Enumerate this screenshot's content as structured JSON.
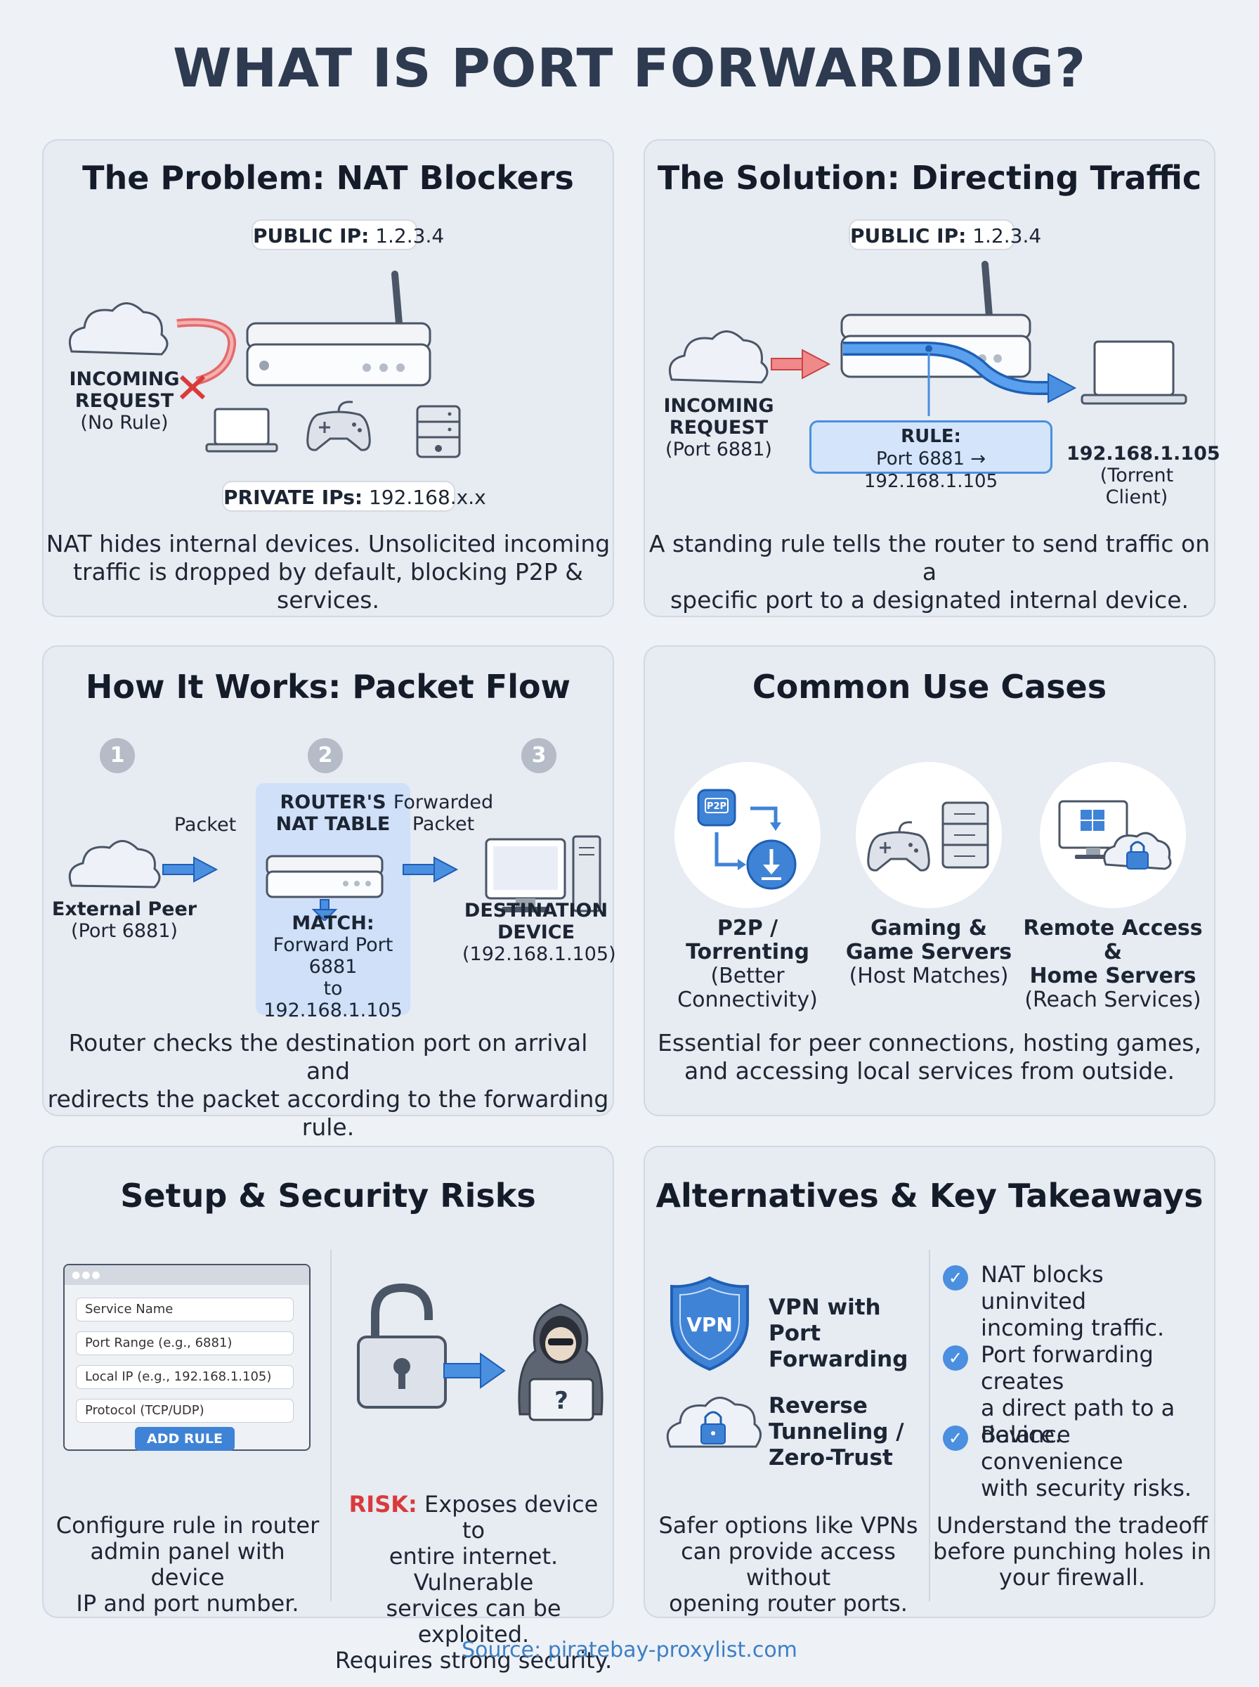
{
  "title": "WHAT IS PORT FORWARDING?",
  "source": "Source: piratebay-proxylist.com",
  "problem": {
    "title": "The Problem: NAT Blockers",
    "public_ip_label": "PUBLIC IP:",
    "public_ip_value": "1.2.3.4",
    "incoming_line1": "INCOMING",
    "incoming_line2": "REQUEST",
    "incoming_note": "(No Rule)",
    "private_ips_label": "PRIVATE IPs:",
    "private_ips_value": "192.168.x.x",
    "caption_line1": "NAT hides internal devices. Unsolicited incoming",
    "caption_line2": "traffic is dropped by default, blocking P2P & services."
  },
  "solution": {
    "title": "The Solution: Directing Traffic",
    "public_ip_label": "PUBLIC IP:",
    "public_ip_value": "1.2.3.4",
    "incoming_line1": "INCOMING",
    "incoming_line2": "REQUEST",
    "incoming_note": "(Port 6881)",
    "rule_label": "RULE:",
    "rule_value": "Port 6881 → 192.168.1.105",
    "dest_ip": "192.168.1.105",
    "dest_note": "(Torrent Client)",
    "caption_line1": "A standing rule tells the router to send traffic on a",
    "caption_line2": "specific port to a designated internal device."
  },
  "how": {
    "title": "How It Works: Packet Flow",
    "steps": [
      "1",
      "2",
      "3"
    ],
    "packet": "Packet",
    "forwarded_line1": "Forwarded",
    "forwarded_line2": "Packet",
    "nat_line1": "ROUTER'S",
    "nat_line2": "NAT TABLE",
    "match_label": "MATCH:",
    "match_line1": "Forward Port 6881",
    "match_line2": "to 192.168.1.105",
    "peer_label": "External Peer",
    "peer_note": "(Port 6881)",
    "dest_line1": "DESTINATION",
    "dest_line2": "DEVICE",
    "dest_note": "(192.168.1.105)",
    "caption_line1": "Router checks the destination port on arrival and",
    "caption_line2": "redirects the packet according to the forwarding rule."
  },
  "usecases": {
    "title": "Common Use Cases",
    "p2p_icon_text": "P2P",
    "items": [
      {
        "title": "P2P / Torrenting",
        "note1": "(Better",
        "note2": "Connectivity)"
      },
      {
        "title1": "Gaming &",
        "title2": "Game Servers",
        "note": "(Host Matches)"
      },
      {
        "title1": "Remote Access &",
        "title2": "Home Servers",
        "note": "(Reach Services)"
      }
    ],
    "caption_line1": "Essential for peer connections, hosting games,",
    "caption_line2": "and accessing local services from outside."
  },
  "setup": {
    "title": "Setup & Security Risks",
    "fields": [
      "Service Name",
      "Port Range (e.g., 6881)",
      "Local IP (e.g., 192.168.1.105)",
      "Protocol (TCP/UDP)"
    ],
    "add_rule": "ADD RULE",
    "left_caption": [
      "Configure rule in router",
      "admin panel with device",
      "IP and port number."
    ],
    "risk_label": "RISK:",
    "risk_line1": " Exposes device to",
    "risk_lines": [
      "entire internet. Vulnerable",
      "services can be exploited.",
      "Requires strong security."
    ]
  },
  "alternatives": {
    "title": "Alternatives & Key Takeaways",
    "vpn_badge": "VPN",
    "vpn_line1": "VPN with Port",
    "vpn_line2": "Forwarding",
    "reverse_lines": [
      "Reverse",
      "Tunneling /",
      "Zero-Trust"
    ],
    "left_caption": [
      "Safer options like VPNs",
      "can provide access without",
      "opening router ports."
    ],
    "takeaways": [
      {
        "line1": "NAT blocks uninvited",
        "line2": "incoming traffic."
      },
      {
        "line1": "Port forwarding creates",
        "line2": "a direct path to a device."
      },
      {
        "line1": "Balance convenience",
        "line2": "with security risks."
      }
    ],
    "right_caption": [
      "Understand the tradeoff",
      "before punching holes in",
      "your firewall."
    ]
  },
  "colors": {
    "accent": "#4a8fe0",
    "danger": "#d93a3a",
    "panel": "#e7ebf2"
  }
}
